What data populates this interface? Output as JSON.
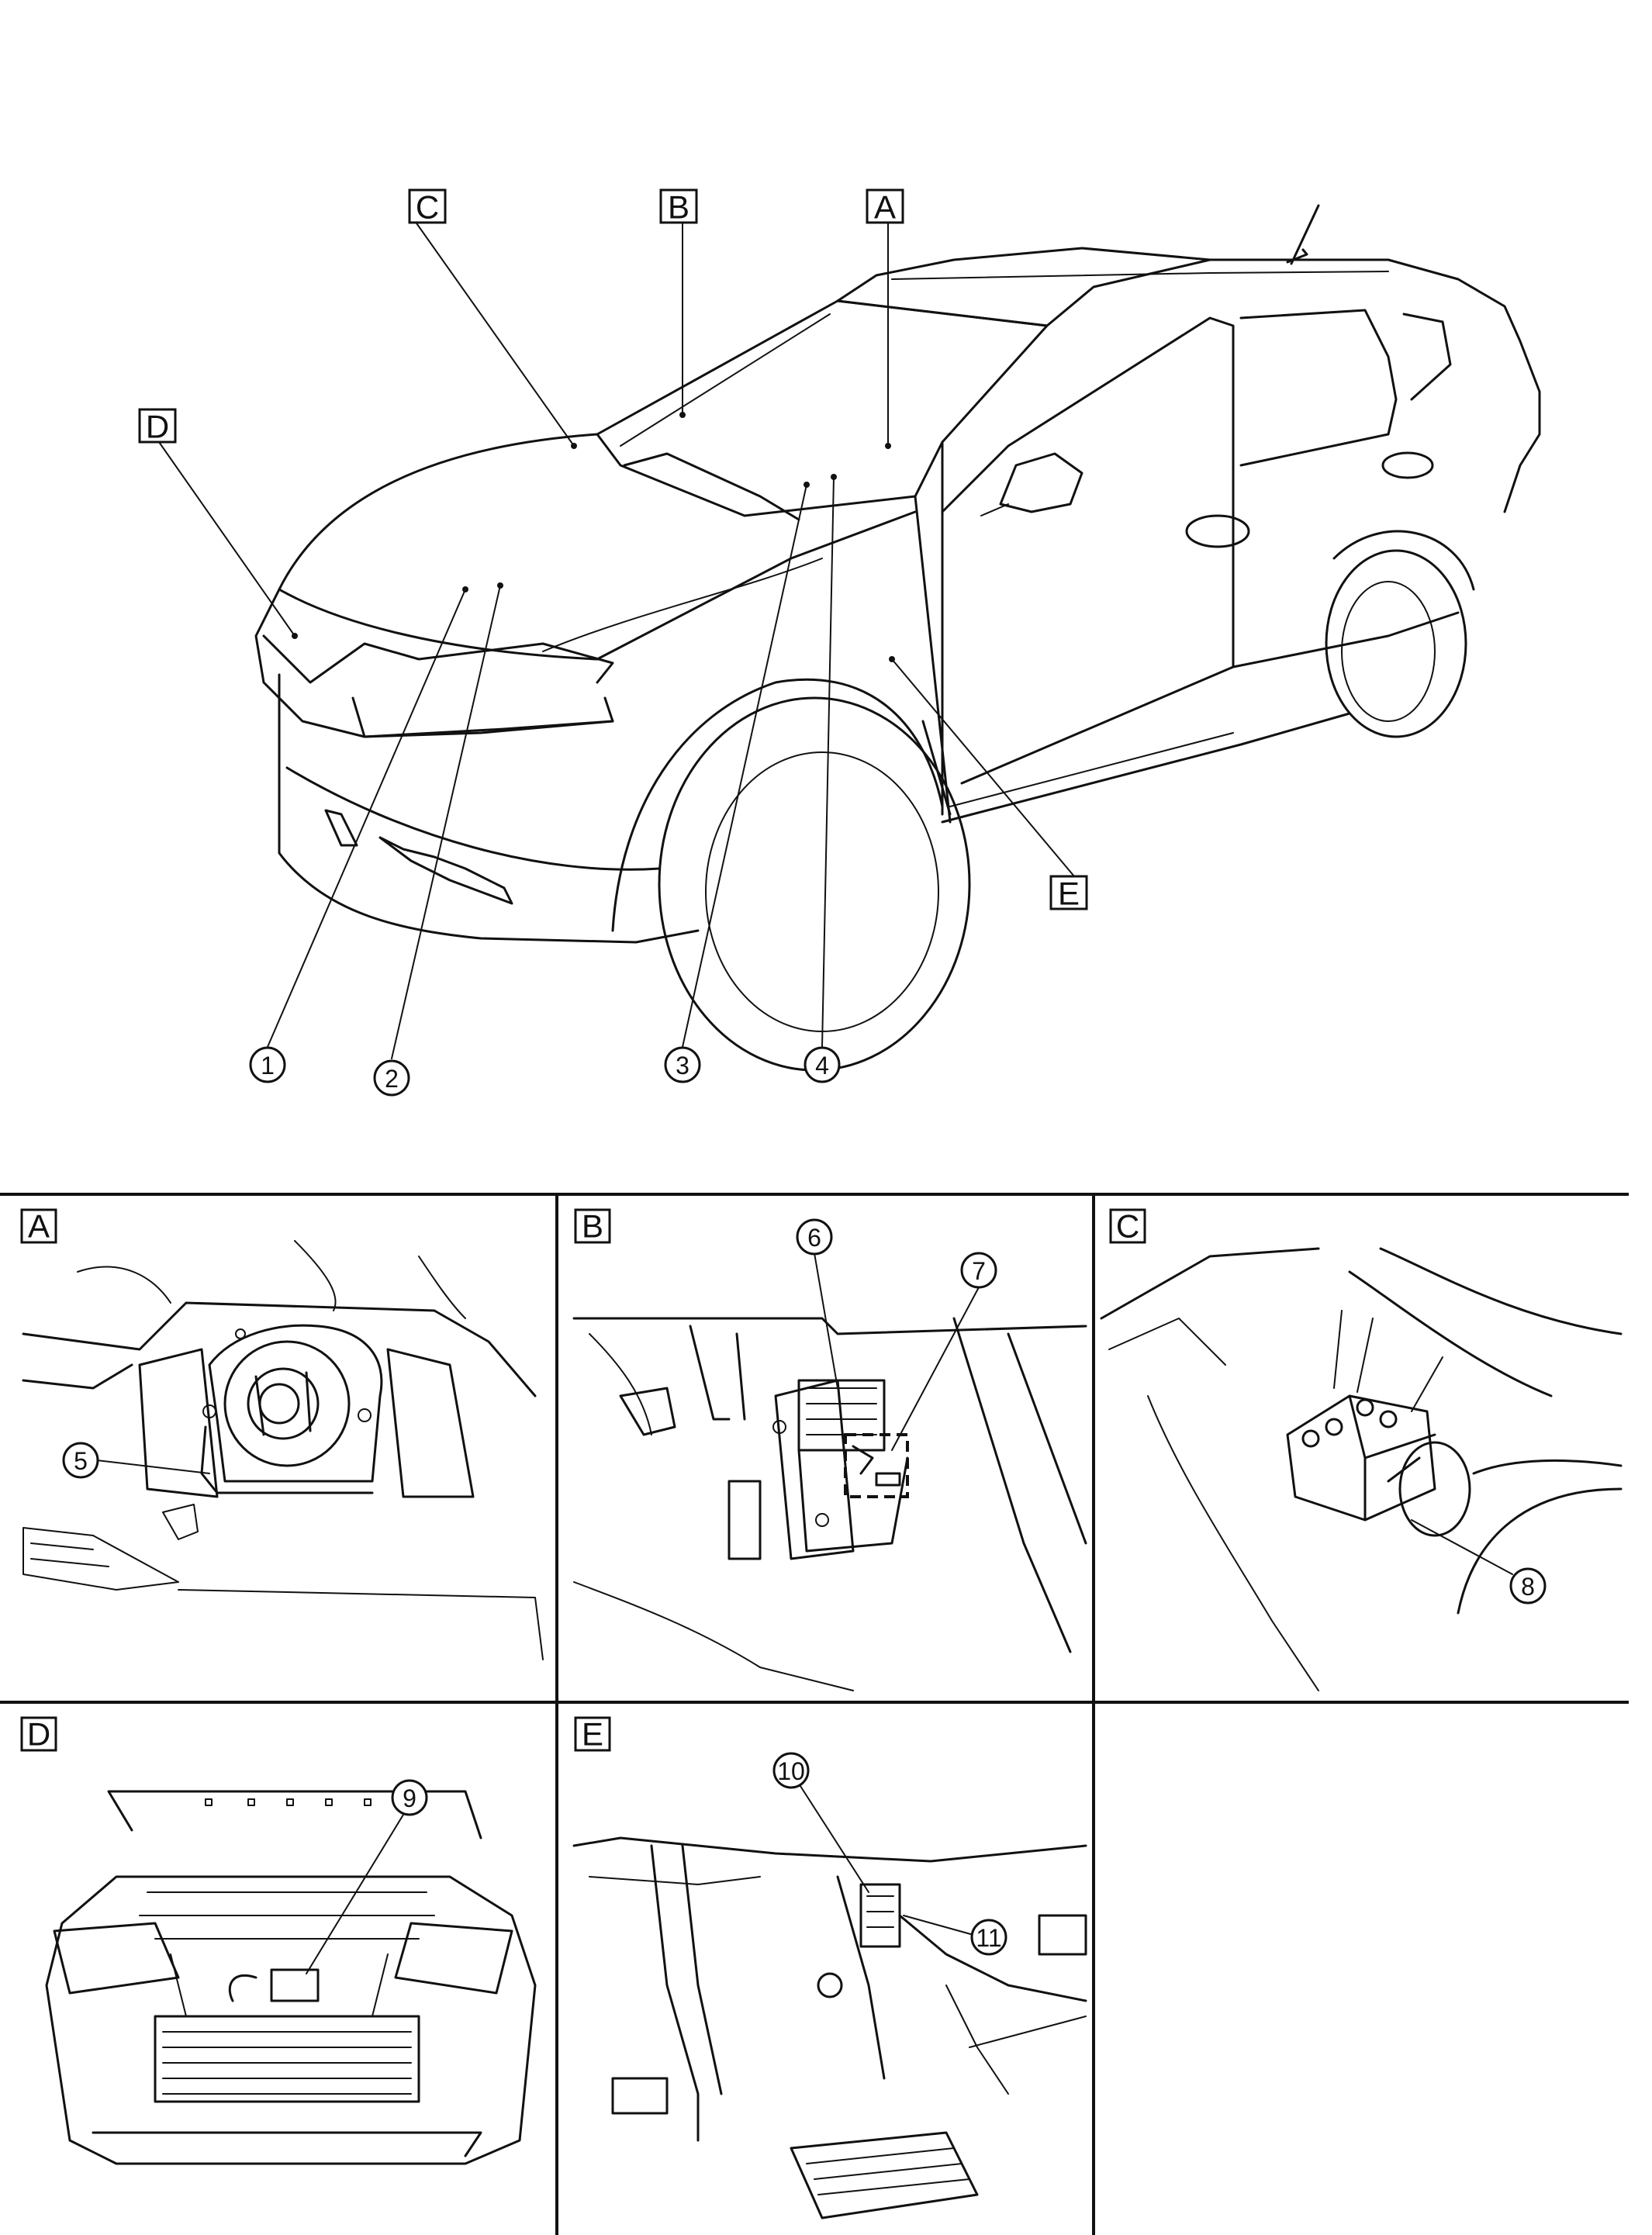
{
  "overview": {
    "view_labels": [
      "A",
      "B",
      "C",
      "D",
      "E"
    ],
    "callouts": [
      "1",
      "2",
      "3",
      "4"
    ]
  },
  "panels": [
    {
      "label": "A",
      "callouts": [
        "5"
      ]
    },
    {
      "label": "B",
      "callouts": [
        "6",
        "7"
      ]
    },
    {
      "label": "C",
      "callouts": [
        "8"
      ]
    },
    {
      "label": "D",
      "callouts": [
        "9"
      ]
    },
    {
      "label": "E",
      "callouts": [
        "10",
        "11"
      ]
    }
  ]
}
